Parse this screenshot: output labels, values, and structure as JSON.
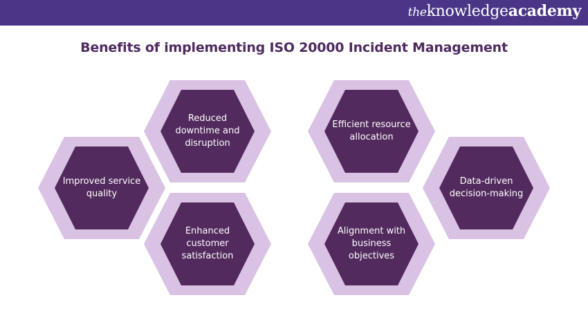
{
  "brand": {
    "prefix": "the",
    "word1": "knowledge",
    "word2": "academy"
  },
  "title": "Benefits of implementing ISO 20000 Incident Management",
  "colors": {
    "header": "#4a3587",
    "title": "#4e2a5f",
    "hex_outer": "#d9c2e3",
    "hex_inner": "#522a5e",
    "label": "#ffffff"
  },
  "benefits": [
    {
      "label": "Reduced downtime and disruption"
    },
    {
      "label": "Improved service quality"
    },
    {
      "label": "Enhanced customer satisfaction"
    },
    {
      "label": "Efficient resource allocation"
    },
    {
      "label": "Data-driven decision-making"
    },
    {
      "label": "Alignment with business objectives"
    }
  ]
}
